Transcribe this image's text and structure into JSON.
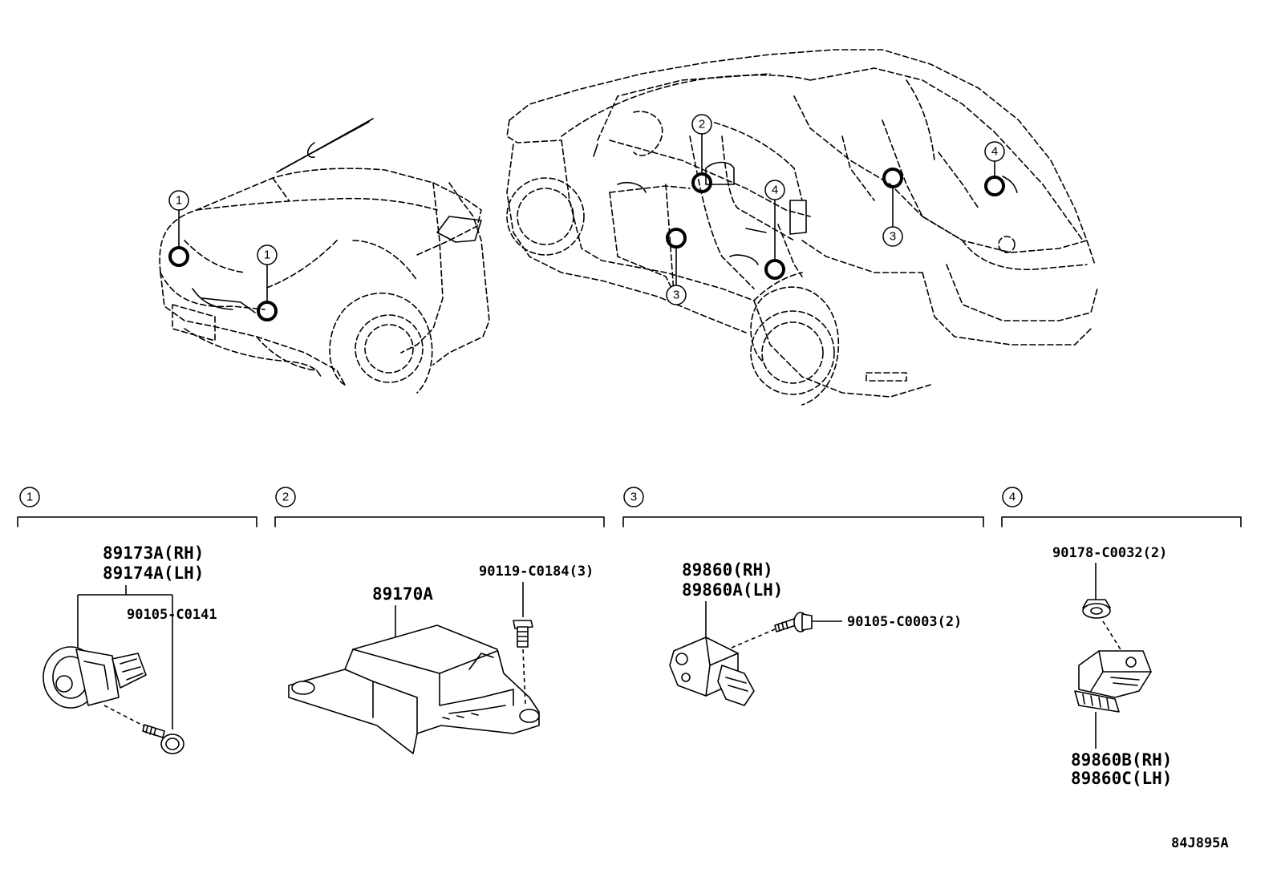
{
  "overview": {
    "sections": [
      {
        "index": "1",
        "header_label": "1"
      },
      {
        "index": "2",
        "header_label": "2"
      },
      {
        "index": "3",
        "header_label": "3"
      },
      {
        "index": "4",
        "header_label": "4"
      }
    ],
    "callouts": [
      "1",
      "1",
      "2",
      "4",
      "3",
      "3",
      "4"
    ]
  },
  "section1": {
    "part_rh": "89173A(RH)",
    "part_lh": "89174A(LH)",
    "bolt": "90105-C0141"
  },
  "section2": {
    "unit": "89170A",
    "bolt": "90119-C0184(3)"
  },
  "section3": {
    "part_rh": "89860(RH)",
    "part_lh": "89860A(LH)",
    "bolt": "90105-C0003(2)"
  },
  "section4": {
    "nut": "90178-C0032(2)",
    "part_rh": "89860B(RH)",
    "part_lh": "89860C(LH)"
  },
  "illustration_code": "84J895A"
}
